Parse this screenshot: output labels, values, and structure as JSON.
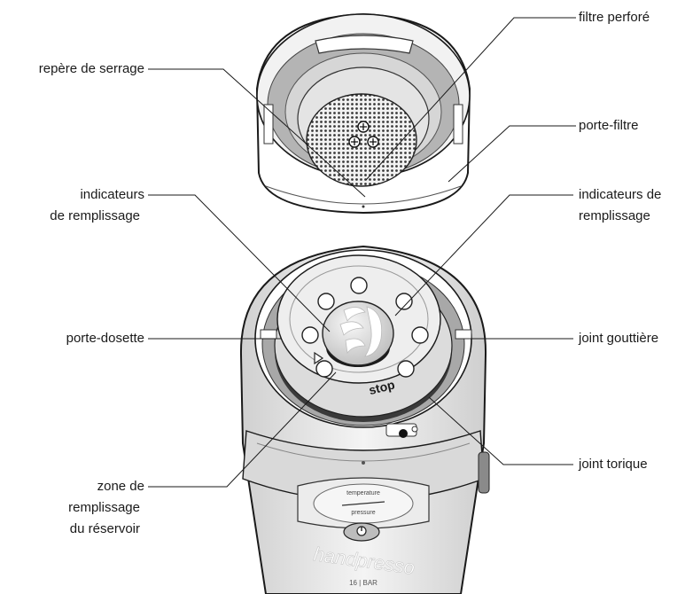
{
  "labels": {
    "filtre_perfore": "filtre perforé",
    "repere_de_serrage": "repère de serrage",
    "porte_filtre": "porte-filtre",
    "indicateurs_left_1": "indicateurs",
    "indicateurs_left_2": "de remplissage",
    "indicateurs_right_1": "indicateurs de",
    "indicateurs_right_2": "remplissage",
    "porte_dosette": "porte-dosette",
    "joint_gouttiere": "joint gouttière",
    "joint_torique": "joint torique",
    "zone_1": "zone de",
    "zone_2": "remplissage",
    "zone_3": "du réservoir"
  },
  "device_text": {
    "stop": "stop",
    "brand": "handpresso",
    "pressure": "16 | BAR",
    "gauge_top": "temperature",
    "gauge_bottom": "pressure"
  },
  "colors": {
    "line": "#1a1a1a",
    "ring_gray": "#a8a8a8",
    "mid_gray": "#c8c8c8",
    "light_gray": "#e6e6e6",
    "dark": "#2a2a2a"
  },
  "icons": [
    "plus-circle-icon",
    "logo-icon",
    "power-button-icon",
    "triangle-marker-icon"
  ]
}
